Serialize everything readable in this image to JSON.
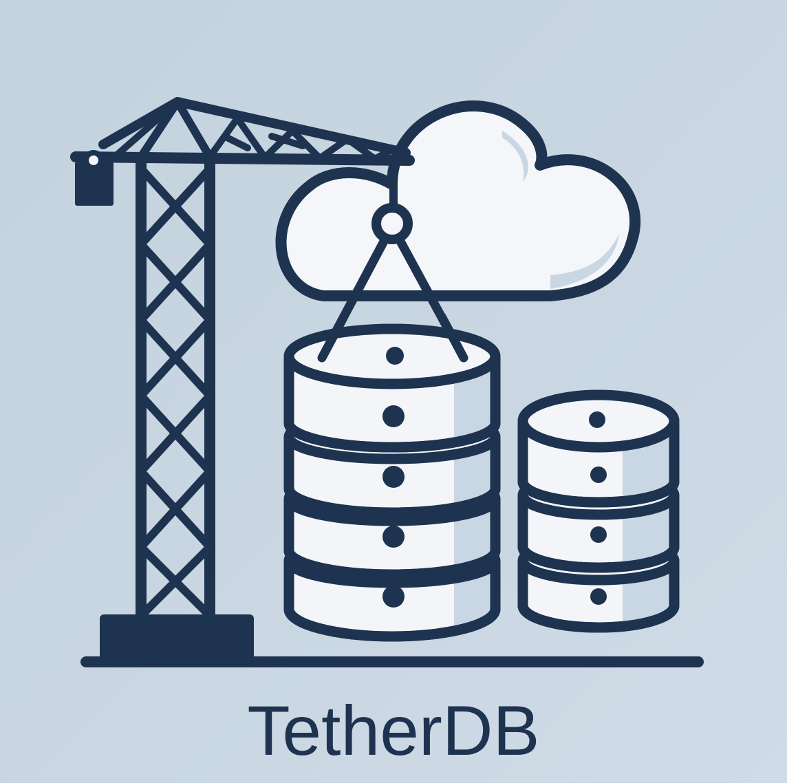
{
  "brand": {
    "name": "TetherDB"
  },
  "colors": {
    "background": "#c8d6e2",
    "ink": "#1e3350",
    "cylinder_fill": "#f3f5f8",
    "cylinder_shade": "#c9d7e4",
    "cloud_fill": "#f4f6f9"
  },
  "illustration": {
    "elements": [
      "tower-crane-icon",
      "cloud-icon",
      "database-stack-icon",
      "database-stack-icon"
    ],
    "large_database_stack_discs": 4,
    "small_database_stack_discs": 3
  }
}
